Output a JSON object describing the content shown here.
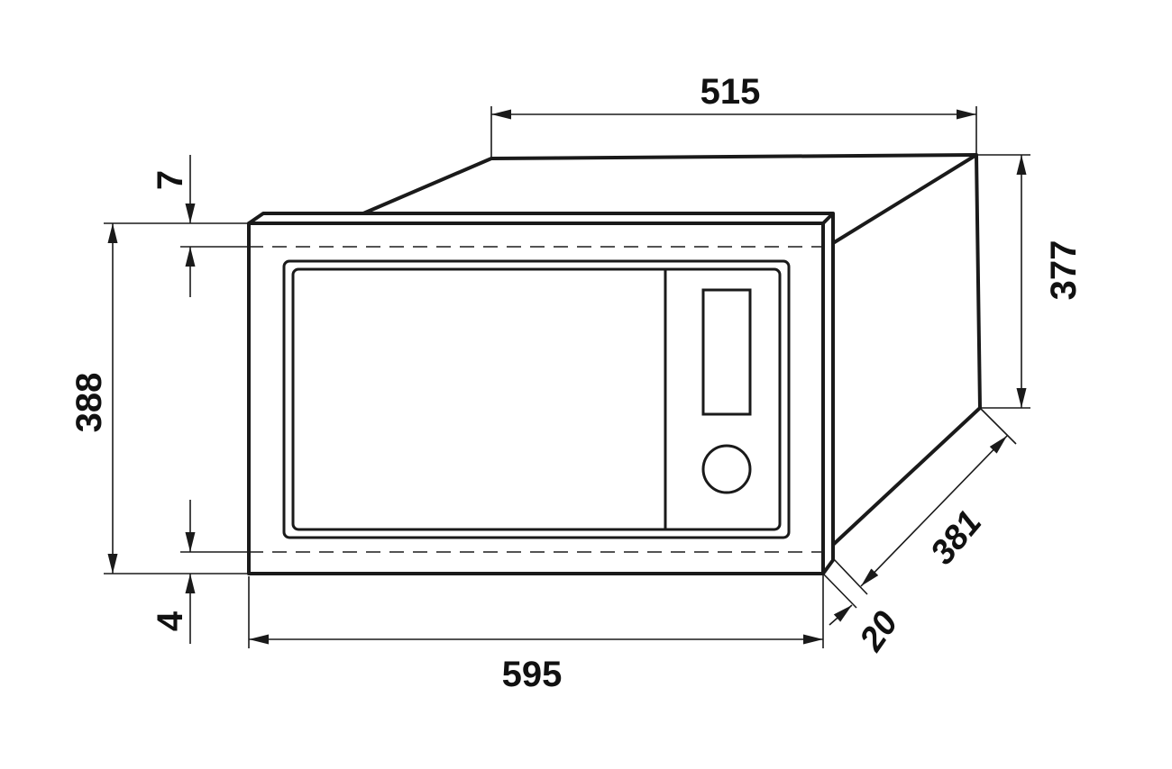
{
  "diagram": {
    "unit_note": "",
    "dimensions": {
      "body_width": "515",
      "body_height": "377",
      "frame_height": "388",
      "frame_width": "595",
      "top_offset": "7",
      "bottom_offset": "4",
      "depth": "381",
      "frame_depth": "20"
    }
  }
}
